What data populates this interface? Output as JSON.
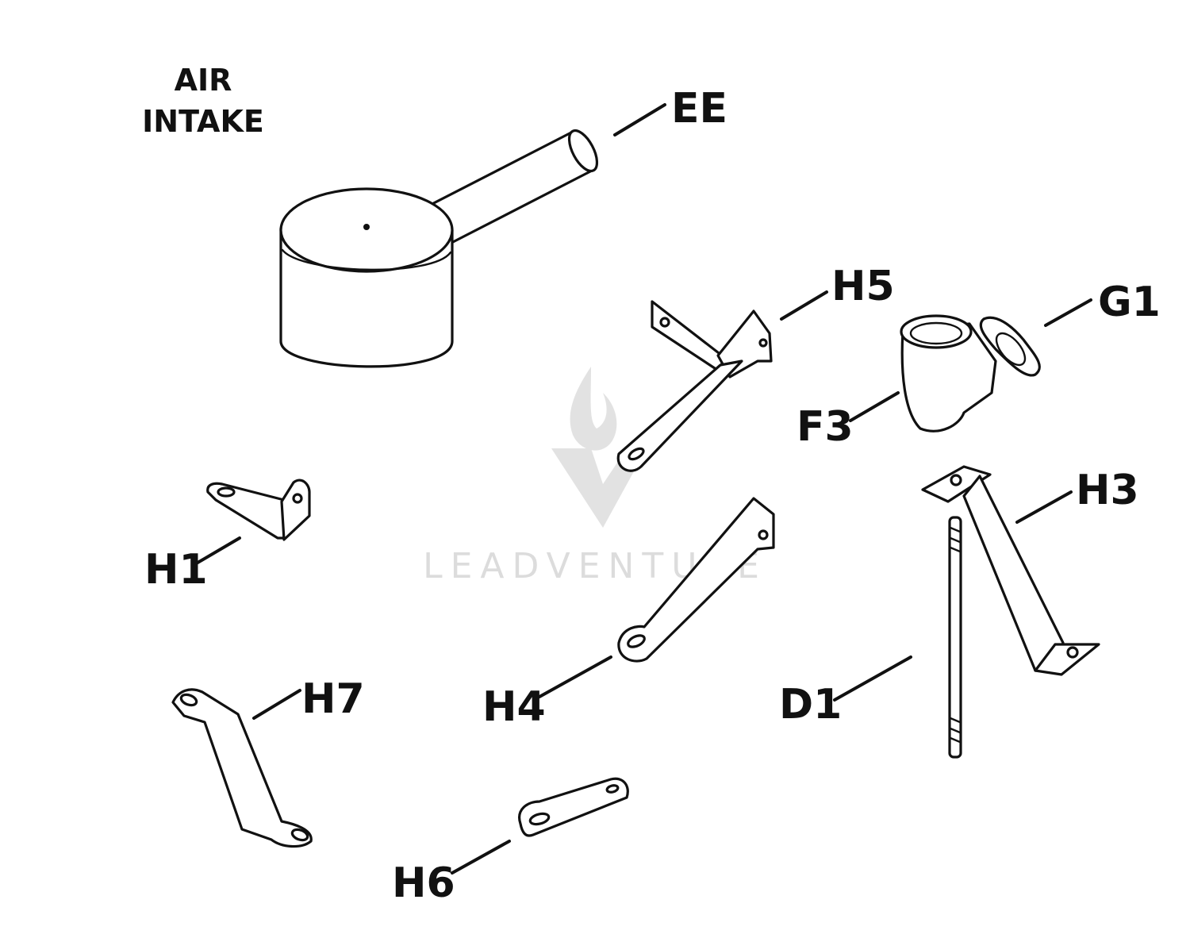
{
  "title_lines": [
    "AIR",
    "INTAKE"
  ],
  "watermark": "LEADVENTURE",
  "callouts": {
    "EE": "EE",
    "H5": "H5",
    "G1": "G1",
    "F3": "F3",
    "H3": "H3",
    "H1": "H1",
    "H7": "H7",
    "H4": "H4",
    "D1": "D1",
    "H6": "H6"
  },
  "colors": {
    "ink": "#111111",
    "paper": "#ffffff",
    "watermark": "#dcdcdc"
  }
}
